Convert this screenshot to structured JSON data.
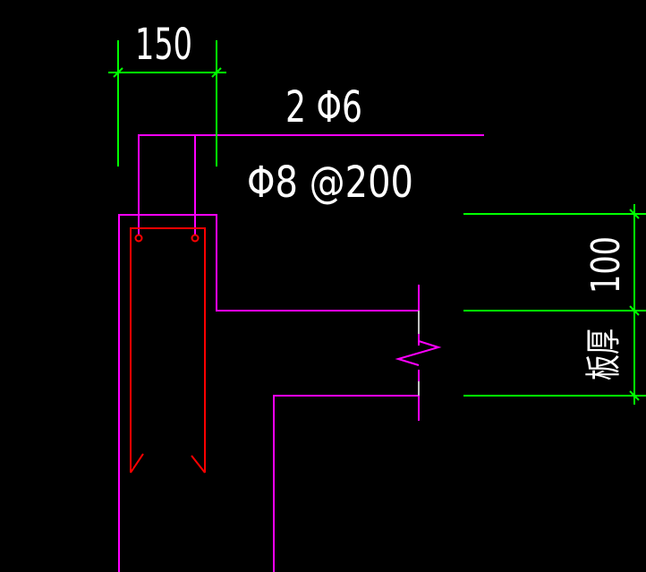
{
  "drawing": {
    "title": "Beam-slab edge reinforcement detail",
    "background_color": "#000000",
    "colors": {
      "outline": "#ff00ff",
      "rebar": "#ff0000",
      "dimension": "#00ff00",
      "text": "#ffffff",
      "break_line_gap": "#c0c0c0"
    },
    "annotations": {
      "beam_width": "150",
      "top_bars": "2 Φ6",
      "stirrups": "Φ8 @200",
      "upper_height": "100",
      "slab_thickness": "板厚"
    },
    "layers": {
      "outline": "concrete outline",
      "rebar": "reinforcement",
      "dimension": "dimension lines"
    }
  }
}
